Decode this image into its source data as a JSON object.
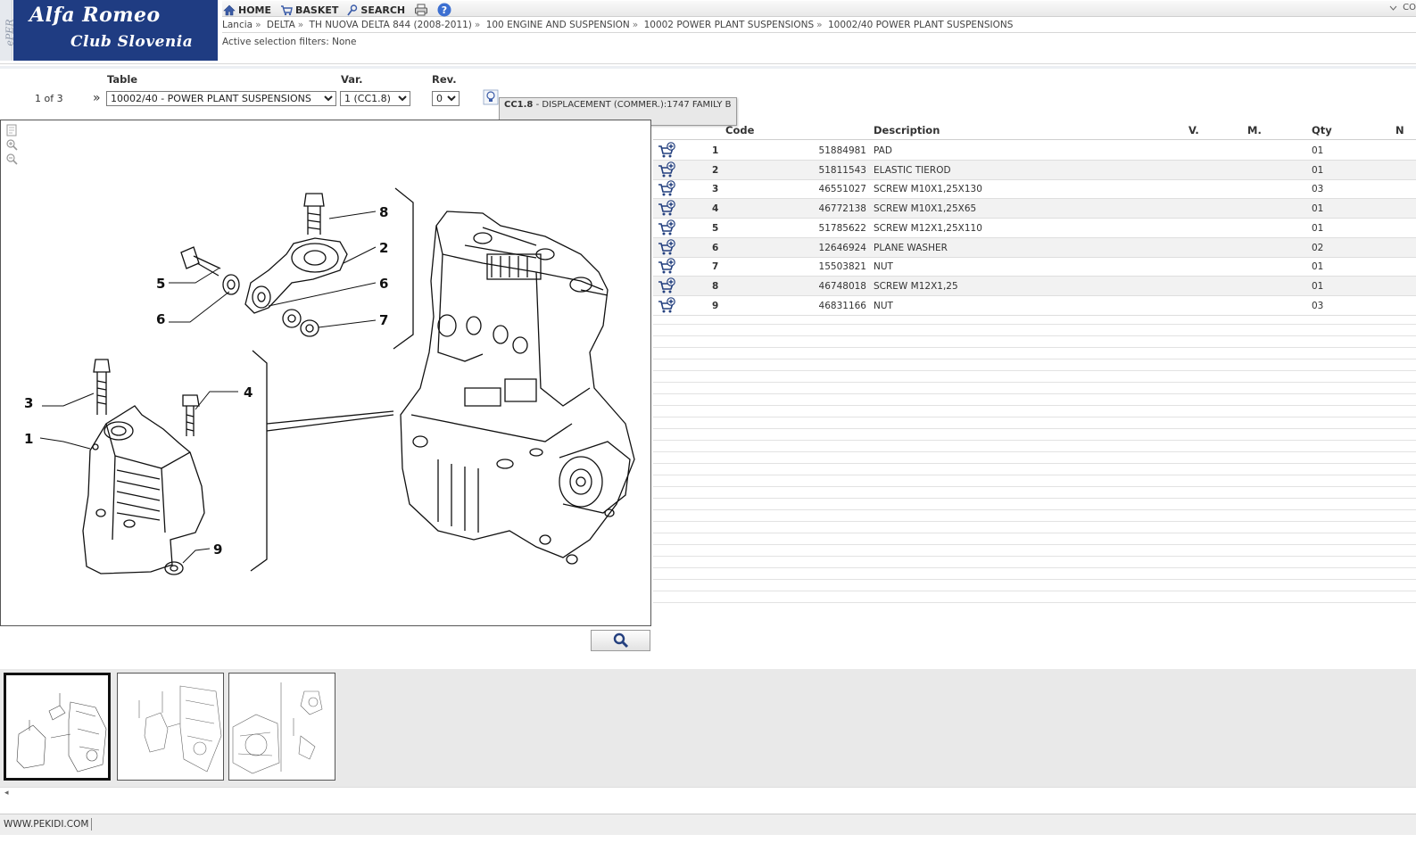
{
  "header": {
    "side_label": "ePER",
    "logo_line1": "Alfa Romeo",
    "logo_line2": "Club Slovenia",
    "nav": {
      "home": "HOME",
      "basket": "BASKET",
      "search": "SEARCH"
    },
    "corner_label": "CO",
    "breadcrumb": [
      "Lancia",
      "DELTA",
      "TH NUOVA DELTA 844 (2008-2011)",
      "100 ENGINE AND SUSPENSION",
      "10002 POWER PLANT SUSPENSIONS",
      "10002/40 POWER PLANT SUSPENSIONS"
    ],
    "filters": "Active selection filters: None"
  },
  "selection": {
    "pager": "1 of 3",
    "table_label": "Table",
    "table_value": "10002/40 - POWER PLANT SUSPENSIONS",
    "var_label": "Var.",
    "var_value": "1 (CC1.8)",
    "rev_label": "Rev.",
    "rev_value": "0",
    "tooltip_code": "CC1.8",
    "tooltip_text": "DISPLACEMENT (COMMER.):1747 FAMILY B"
  },
  "drawing": {
    "callouts": [
      "1",
      "2",
      "3",
      "4",
      "5",
      "6",
      "6",
      "7",
      "8",
      "9"
    ]
  },
  "table": {
    "headers": {
      "code": "Code",
      "description": "Description",
      "v": "V.",
      "m": "M.",
      "qty": "Qty",
      "extra": "N"
    },
    "rows": [
      {
        "num": "1",
        "code": "51884981",
        "desc": "PAD",
        "qty": "01"
      },
      {
        "num": "2",
        "code": "51811543",
        "desc": "ELASTIC TIEROD",
        "qty": "01"
      },
      {
        "num": "3",
        "code": "46551027",
        "desc": "SCREW M10X1,25X130",
        "qty": "03"
      },
      {
        "num": "4",
        "code": "46772138",
        "desc": "SCREW M10X1,25X65",
        "qty": "01"
      },
      {
        "num": "5",
        "code": "51785622",
        "desc": "SCREW M12X1,25X110",
        "qty": "01"
      },
      {
        "num": "6",
        "code": "12646924",
        "desc": "PLANE WASHER",
        "qty": "02"
      },
      {
        "num": "7",
        "code": "15503821",
        "desc": "NUT",
        "qty": "01"
      },
      {
        "num": "8",
        "code": "46748018",
        "desc": "SCREW M12X1,25",
        "qty": "01"
      },
      {
        "num": "9",
        "code": "46831166",
        "desc": "NUT",
        "qty": "03"
      }
    ]
  },
  "footer": {
    "text": "WWW.PEKIDI.COM"
  },
  "colors": {
    "logo_bg": "#1f3c82",
    "row_alt": "#f2f2f2",
    "tooltip_bg": "#e8e8e8"
  }
}
